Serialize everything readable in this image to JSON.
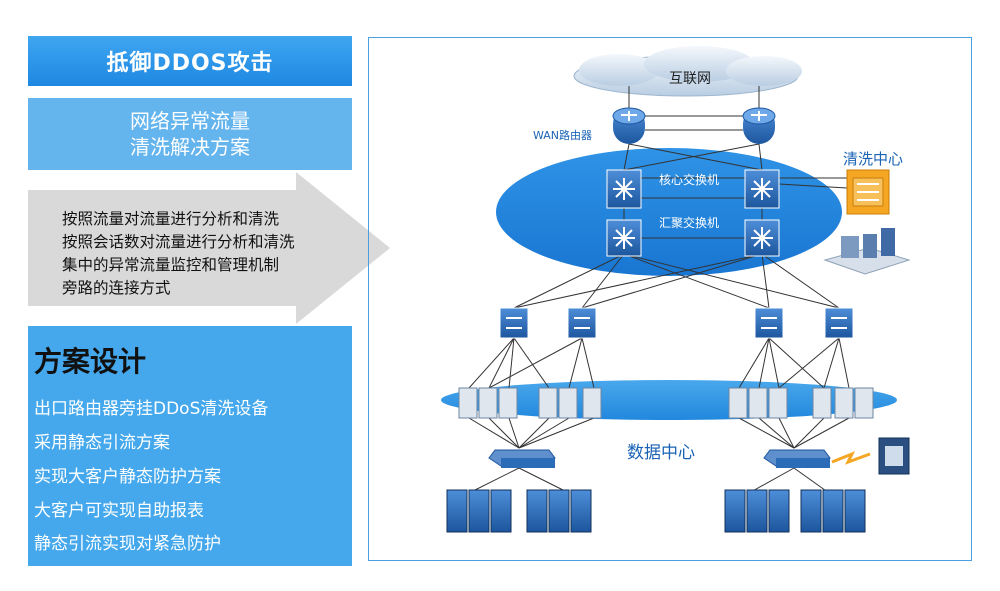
{
  "header": {
    "title": "抵御DDOS攻击"
  },
  "subtitle": {
    "line1": "网络异常流量",
    "line2": "清洗解决方案"
  },
  "methods": [
    "按照流量对流量进行分析和清洗",
    "按照会话数对流量进行分析和清洗",
    "集中的异常流量监控和管理机制",
    "旁路的连接方式"
  ],
  "design": {
    "heading": "方案设计",
    "items": [
      "出口路由器旁挂DDoS清洗设备",
      "采用静态引流方案",
      "实现大客户静态防护方案",
      "大客户可实现自助报表",
      "静态引流实现对紧急防护"
    ]
  },
  "diagram": {
    "internet": "互联网",
    "wan_router": "WAN路由器",
    "core_switch": "核心交换机",
    "aggregation_switch": "汇聚交换机",
    "scrubbing_center": "清洗中心",
    "data_center": "数据中心"
  },
  "colors": {
    "accent": "#1e88e2",
    "panel_light": "#64b4ee",
    "panel_mid": "#45a8ec",
    "arrow_gray": "#d9d9d9",
    "device_blue": "#2a6cb8",
    "firewall_orange": "#f5a623"
  }
}
